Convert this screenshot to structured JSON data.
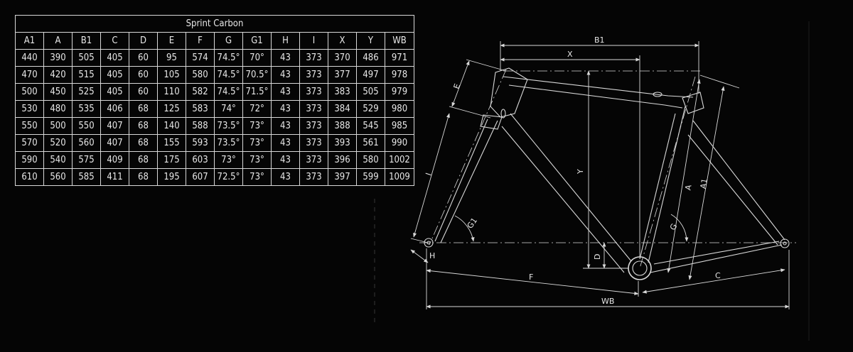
{
  "table": {
    "title": "Sprint Carbon",
    "columns": [
      "A1",
      "A",
      "B1",
      "C",
      "D",
      "E",
      "F",
      "G",
      "G1",
      "H",
      "I",
      "X",
      "Y",
      "WB"
    ],
    "rows": [
      [
        "440",
        "390",
        "505",
        "405",
        "60",
        "95",
        "574",
        "74.5°",
        "70°",
        "43",
        "373",
        "370",
        "486",
        "971"
      ],
      [
        "470",
        "420",
        "515",
        "405",
        "60",
        "105",
        "580",
        "74.5°",
        "70.5°",
        "43",
        "373",
        "377",
        "497",
        "978"
      ],
      [
        "500",
        "450",
        "525",
        "405",
        "60",
        "110",
        "582",
        "74.5°",
        "71.5°",
        "43",
        "373",
        "383",
        "505",
        "979"
      ],
      [
        "530",
        "480",
        "535",
        "406",
        "68",
        "125",
        "583",
        "74°",
        "72°",
        "43",
        "373",
        "384",
        "529",
        "980"
      ],
      [
        "550",
        "500",
        "550",
        "407",
        "68",
        "140",
        "588",
        "73.5°",
        "73°",
        "43",
        "373",
        "388",
        "545",
        "985"
      ],
      [
        "570",
        "520",
        "560",
        "407",
        "68",
        "155",
        "593",
        "73.5°",
        "73°",
        "43",
        "373",
        "393",
        "561",
        "990"
      ],
      [
        "590",
        "540",
        "575",
        "409",
        "68",
        "175",
        "603",
        "73°",
        "73°",
        "43",
        "373",
        "396",
        "580",
        "1002"
      ],
      [
        "610",
        "560",
        "585",
        "411",
        "68",
        "195",
        "607",
        "72.5°",
        "73°",
        "43",
        "373",
        "397",
        "599",
        "1009"
      ]
    ]
  },
  "diagram": {
    "labels": {
      "b1": "B1",
      "x": "X",
      "y": "Y",
      "e": "E",
      "i": "I",
      "a": "A",
      "a1": "A1",
      "g": "G",
      "g1": "G1",
      "d": "D",
      "h": "H",
      "f": "F",
      "c": "C",
      "wb": "WB"
    },
    "colors": {
      "background": "#050505",
      "line": "#d9d9d9",
      "text": "#e8e8e8"
    }
  }
}
